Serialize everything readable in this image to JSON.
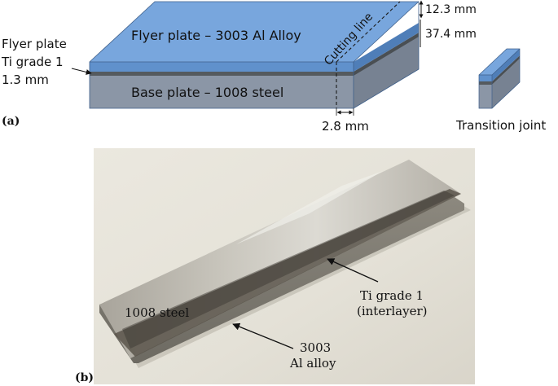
{
  "panel_a": {
    "label": "(a)",
    "flyer_plate_label": "Flyer plate",
    "interlayer_label": "Ti grade 1",
    "interlayer_thickness": "1.3 mm",
    "top_layer": "Flyer plate – 3003 Al Alloy",
    "bottom_layer": "Base plate – 1008 steel",
    "cutting_line": "Cutting line",
    "dim_top": "12.3 mm",
    "dim_bottom": "37.4 mm",
    "dim_width": "2.8 mm",
    "transition_joint": "Transition joint"
  },
  "panel_b": {
    "label": "(b)",
    "steel_label": "1008 steel",
    "ti_label_line1": "Ti grade 1",
    "ti_label_line2": "(interlayer)",
    "al_label_line1": "3003",
    "al_label_line2": "Al alloy"
  },
  "colors": {
    "al_top": "#78a6dd",
    "al_front": "#6091cc",
    "al_side": "#4f7eb8",
    "ti_layer": "#555a5e",
    "steel_front": "#8b96a6",
    "steel_side": "#778292"
  }
}
